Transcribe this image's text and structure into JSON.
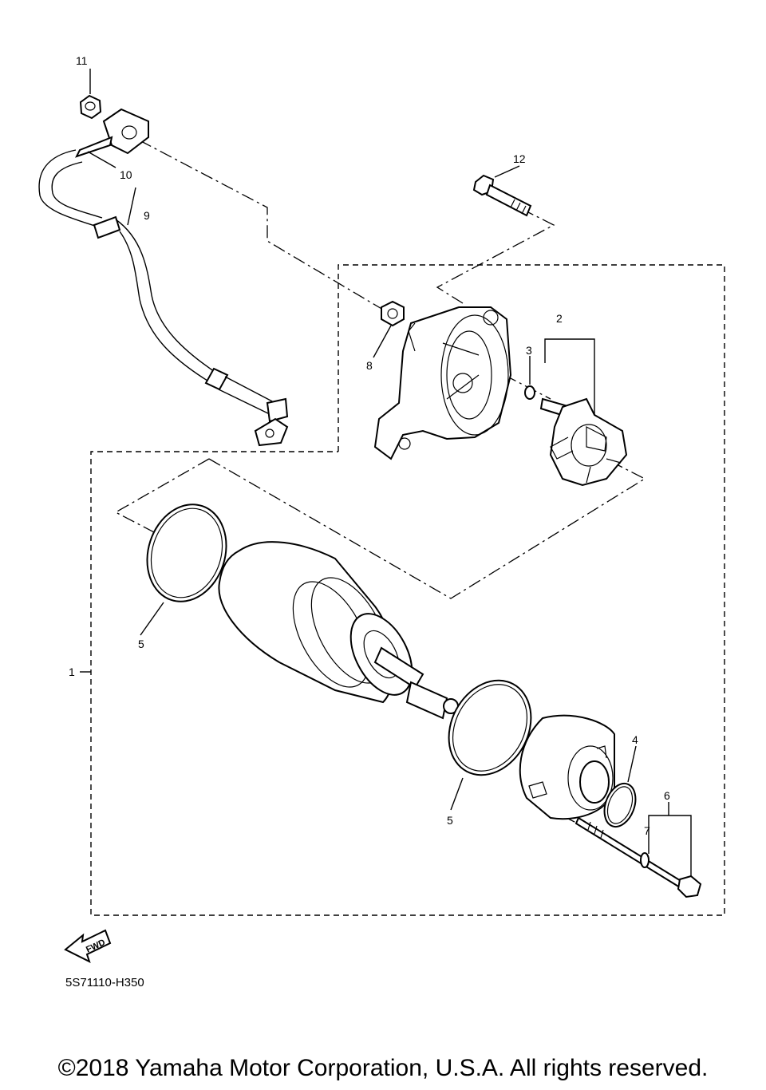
{
  "callouts": {
    "c1": "1",
    "c2": "2",
    "c3": "3",
    "c4": "4",
    "c5a": "5",
    "c5b": "5",
    "c6": "6",
    "c7": "7",
    "c8": "8",
    "c9": "9",
    "c10": "10",
    "c11": "11",
    "c12": "12"
  },
  "fwd_arrow": "FWD",
  "diagram_code": "5S71110-H350",
  "copyright": "©2018 Yamaha Motor Corporation, U.S.A. All rights reserved.",
  "colors": {
    "line": "#000000",
    "background": "#ffffff"
  }
}
